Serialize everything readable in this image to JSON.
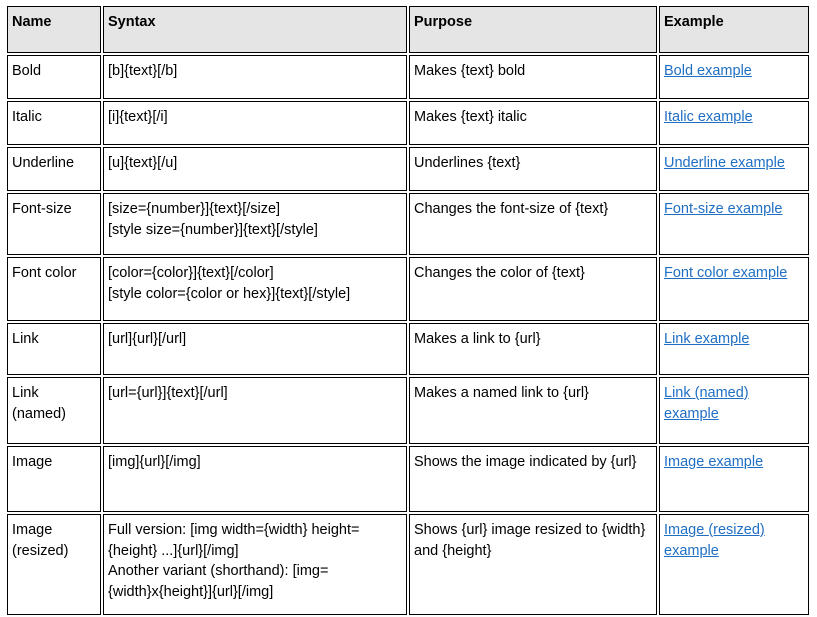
{
  "table": {
    "columns": [
      "Name",
      "Syntax",
      "Purpose",
      "Example"
    ],
    "rows": [
      {
        "name": "Bold",
        "syntax": [
          "[b]{text}[/b]"
        ],
        "purpose": [
          "Makes {text} bold"
        ],
        "example": "Bold example",
        "height_class": "row-h-1"
      },
      {
        "name": "Italic",
        "syntax": [
          "[i]{text}[/i]"
        ],
        "purpose": [
          "Makes {text} italic"
        ],
        "example": "Italic example",
        "height_class": "row-h-1"
      },
      {
        "name": "Underline",
        "syntax": [
          "[u]{text}[/u]"
        ],
        "purpose": [
          "Underlines {text}"
        ],
        "example": "Underline example",
        "height_class": "row-h-1"
      },
      {
        "name": "Font-size",
        "syntax": [
          "[size={number}]{text}[/size]",
          "[style size={number}]{text}[/style]"
        ],
        "purpose": [
          "Changes the font-size of {text}"
        ],
        "example": "Font-size example",
        "height_class": "row-h-2"
      },
      {
        "name": "Font color",
        "syntax": [
          "[color={color}]{text}[/color]",
          "[style color={color or hex}]{text}[/style]"
        ],
        "purpose": [
          "Changes the color of {text}"
        ],
        "example": "Font color example",
        "height_class": "row-h-3"
      },
      {
        "name": "Link",
        "syntax": [
          "[url]{url}[/url]"
        ],
        "purpose": [
          "Makes a link to {url}"
        ],
        "example": "Link example",
        "height_class": "row-h-4"
      },
      {
        "name": "Link (named)",
        "syntax": [
          "[url={url}]{text}[/url]"
        ],
        "purpose": [
          "Makes a named link to {url}"
        ],
        "example": "Link (named) example",
        "height_class": "row-h-5"
      },
      {
        "name": "Image",
        "syntax": [
          "[img]{url}[/img]"
        ],
        "purpose": [
          "Shows the image indicated by {url}"
        ],
        "example": "Image example",
        "height_class": "row-h-6"
      },
      {
        "name": "Image (resized)",
        "syntax": [
          "Full version: [img width={width} height={height} ...]{url}[/img]",
          "Another variant (shorthand): [img={width}x{height}]{url}[/img]"
        ],
        "purpose": [
          "Shows {url} image resized to {width} and {height}"
        ],
        "example": "Image (resized) example",
        "height_class": "row-h-7"
      }
    ]
  },
  "colors": {
    "header_background": "#e5e5e5",
    "border": "#000000",
    "link": "#1f6fc4",
    "text": "#000000",
    "page_background": "#ffffff"
  }
}
